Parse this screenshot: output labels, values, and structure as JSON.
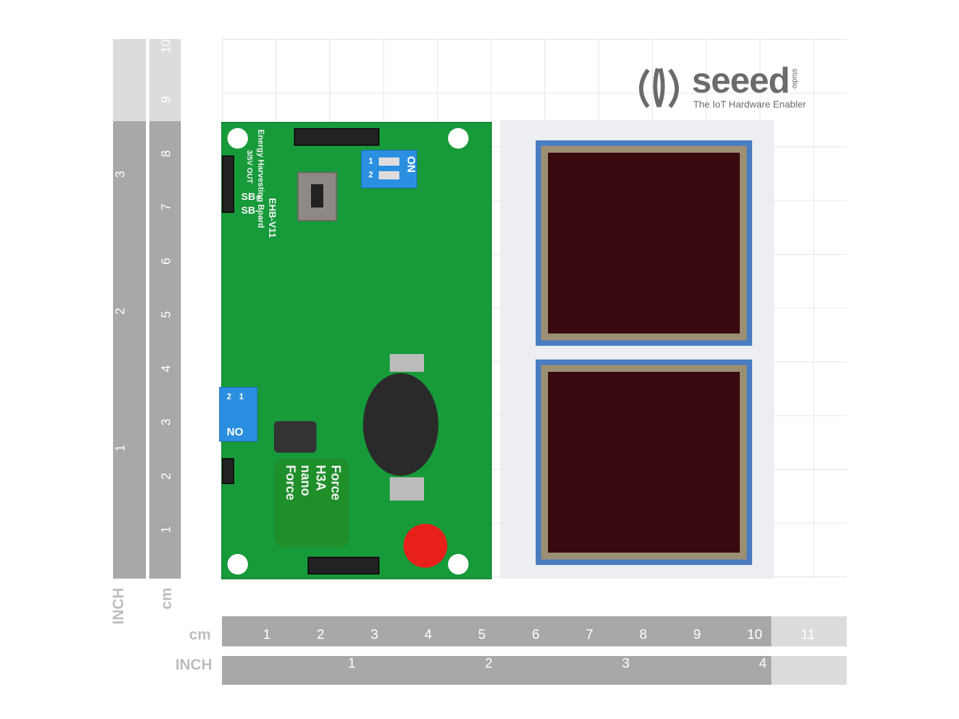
{
  "logo": {
    "brand": "seeed",
    "studio": "studio",
    "tagline": "The IoT Hardware Enabler"
  },
  "rulers": {
    "inch_unit": "INCH",
    "cm_unit": "cm",
    "cm_labels": [
      "1",
      "2",
      "3",
      "4",
      "5",
      "6",
      "7",
      "8",
      "9",
      "10",
      "11"
    ],
    "inch_labels": [
      "1",
      "2",
      "3",
      "4"
    ],
    "vertical_cm_labels": [
      "1",
      "2",
      "3",
      "4",
      "5",
      "6",
      "7",
      "8",
      "9",
      "10"
    ],
    "vertical_inch_labels": [
      "1",
      "2",
      "3"
    ]
  },
  "board": {
    "name": "EHB-V11",
    "subtitle": "Energy Harvesting Board",
    "out_label": "3/5V OUT",
    "sb_plus": "SB+",
    "sb_minus": "SB-",
    "dip_on": "ON",
    "dip_1": "1",
    "dip_2": "2",
    "cap_text": [
      "Force",
      "H3A",
      "nano",
      "Force"
    ]
  },
  "colors": {
    "pcb": "#179a3a",
    "dip": "#2a8fe0",
    "cell": "#38090f",
    "button": "#e8201a"
  }
}
